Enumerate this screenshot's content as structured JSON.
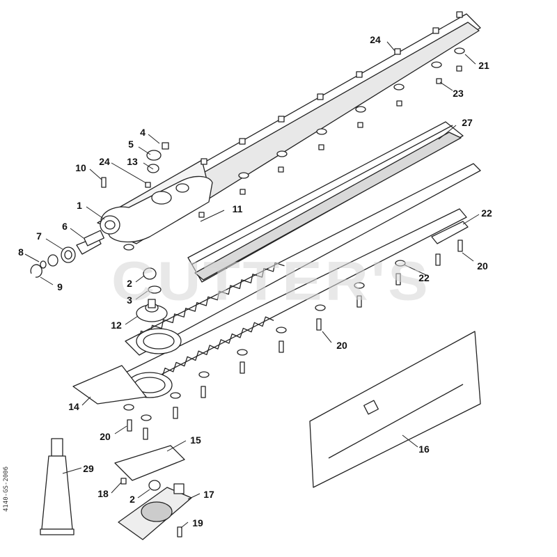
{
  "watermark": "CUTTER'S",
  "side_code": "4140-GS-2006",
  "callouts": {
    "c1": "1",
    "c2a": "2",
    "c2b": "2",
    "c3": "3",
    "c4": "4",
    "c5": "5",
    "c6": "6",
    "c7": "7",
    "c8": "8",
    "c9": "9",
    "c10": "10",
    "c11": "11",
    "c12": "12",
    "c13": "13",
    "c14": "14",
    "c15": "15",
    "c16": "16",
    "c17": "17",
    "c18": "18",
    "c19": "19",
    "c20a": "20",
    "c20b": "20",
    "c20c": "20",
    "c21": "21",
    "c22a": "22",
    "c22b": "22",
    "c23": "23",
    "c24a": "24",
    "c24b": "24",
    "c27": "27",
    "c29": "29"
  },
  "colors": {
    "line": "#222222",
    "fill": "#ffffff",
    "shade": "#cfcfcf",
    "watermark": "#d7d7d7"
  }
}
